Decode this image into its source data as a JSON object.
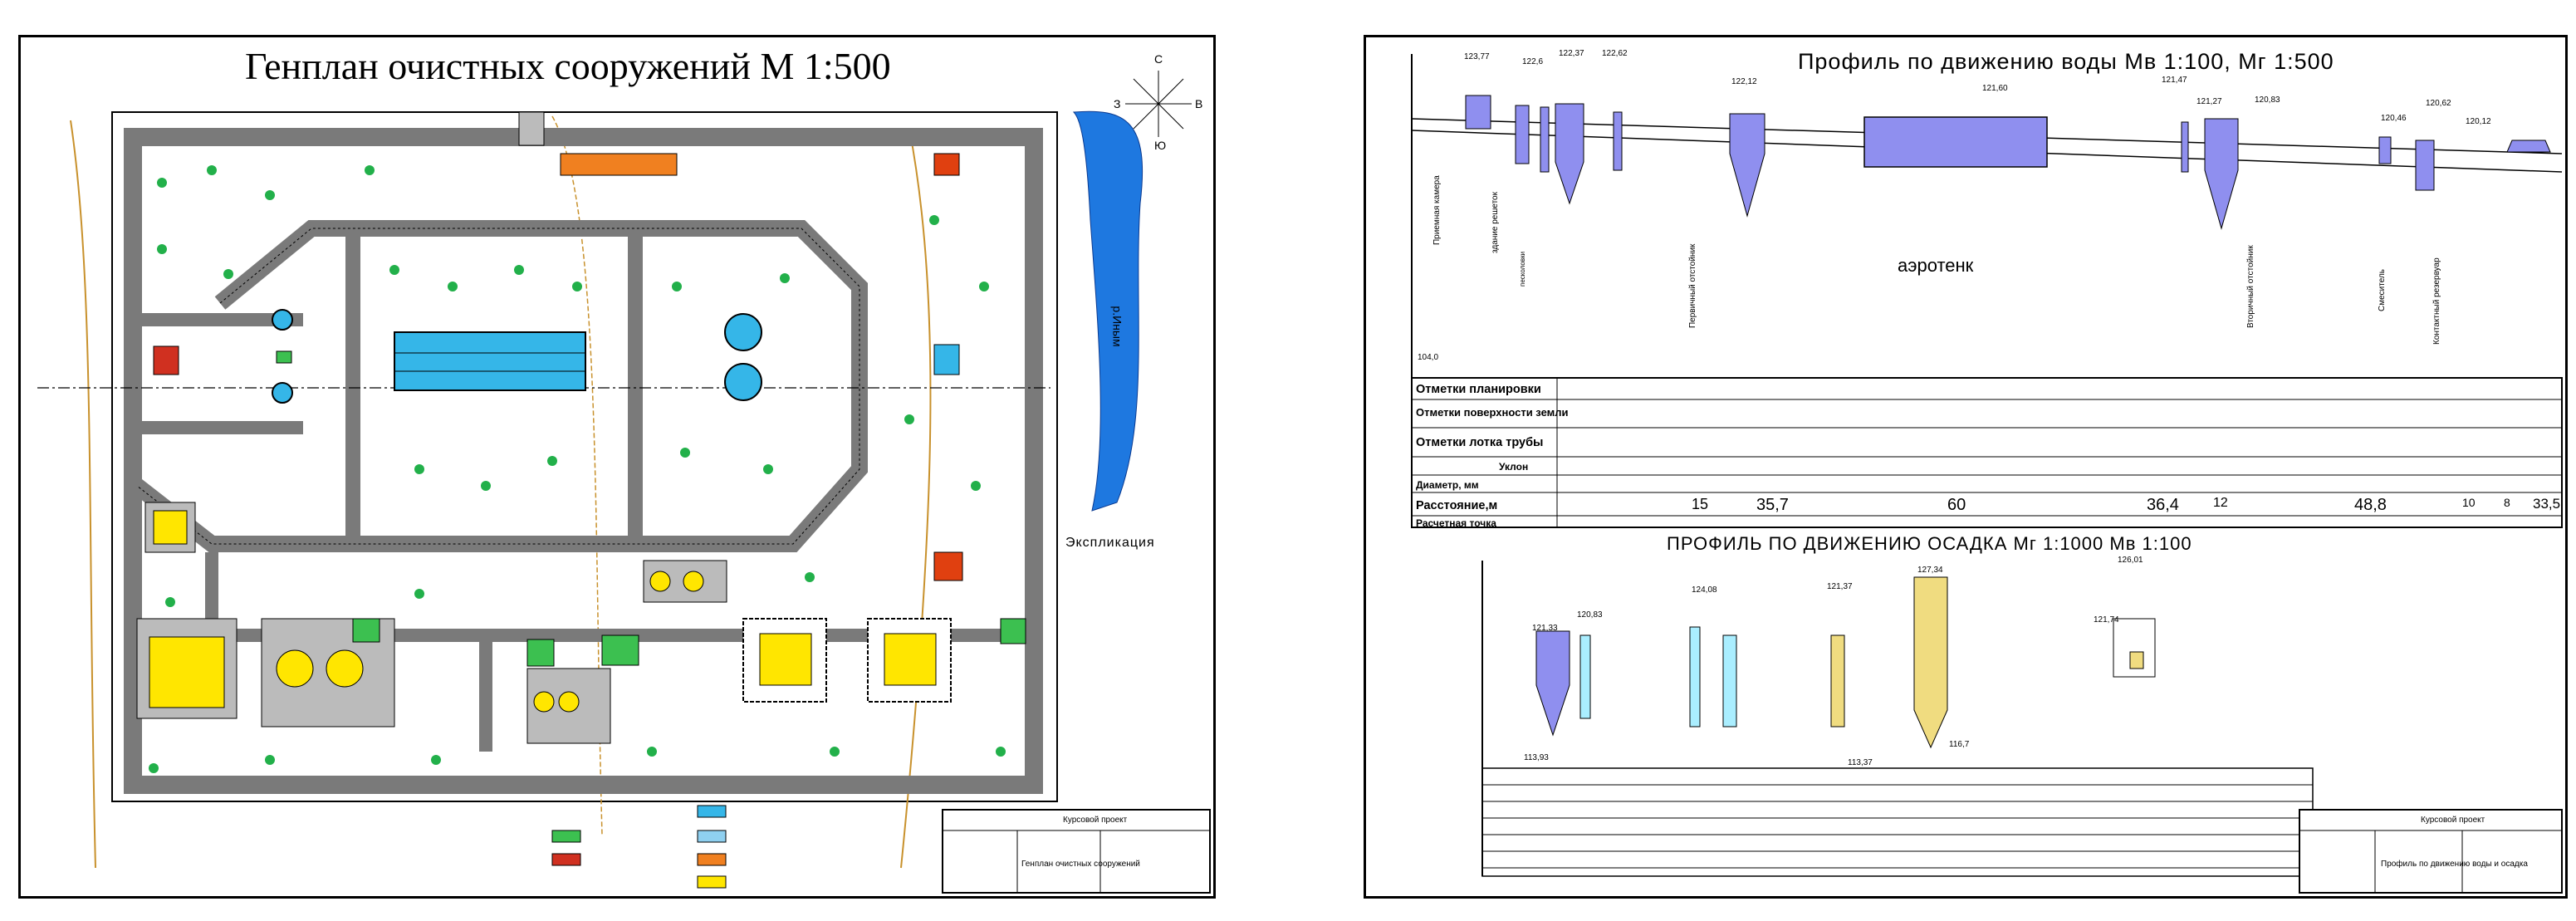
{
  "sheet1": {
    "title": "Генплан очистных сооружений  М 1:500",
    "compass": {
      "n": "С",
      "s": "Ю",
      "e": "В",
      "w": "З"
    },
    "river_label": "р.Иным",
    "legend_title": "Экспликация",
    "stamp": {
      "project": "Курсовой проект",
      "sheet_name": "Генплан очистных сооружений"
    }
  },
  "sheet2": {
    "profile1_title": "Профиль по движению воды Мв 1:100, Мг 1:500",
    "profile2_title": "ПРОФИЛЬ ПО ДВИЖЕНИЮ ОСАДКА   Мг 1:1000  Мв 1:100",
    "datum": "104,0",
    "aerotank_label": "аэротенк",
    "rows": [
      "Отметки планировки",
      "Отметки поверхности земли",
      "Отметки лотка трубы",
      "Уклон",
      "Диаметр, мм",
      "Расстояние,м",
      "Расчетная точка"
    ],
    "distances": [
      "35,7",
      "60",
      "36,4",
      "48,8",
      "33,5",
      "15",
      "12",
      "10",
      "8"
    ],
    "elevations_top": [
      "123,77",
      "122,6",
      "122,37",
      "122,62",
      "122,12",
      "121,60",
      "121,47",
      "121,27",
      "120,83",
      "120,62",
      "120,46",
      "120,12"
    ],
    "elevations_bottom": [
      "121,33",
      "120,83",
      "124,08",
      "121,37",
      "127,34",
      "126,01",
      "121,74",
      "113,93",
      "116,7",
      "113,37"
    ],
    "vertical_labels": [
      "Приемная камера",
      "здание решеток",
      "песколовки",
      "Первичный отстойник",
      "Вторичный отстойник",
      "Смеситель",
      "Контактный резервуар"
    ],
    "stamp": {
      "project": "Курсовой проект",
      "sheet_name": "Профиль по движению воды и осадка"
    }
  }
}
